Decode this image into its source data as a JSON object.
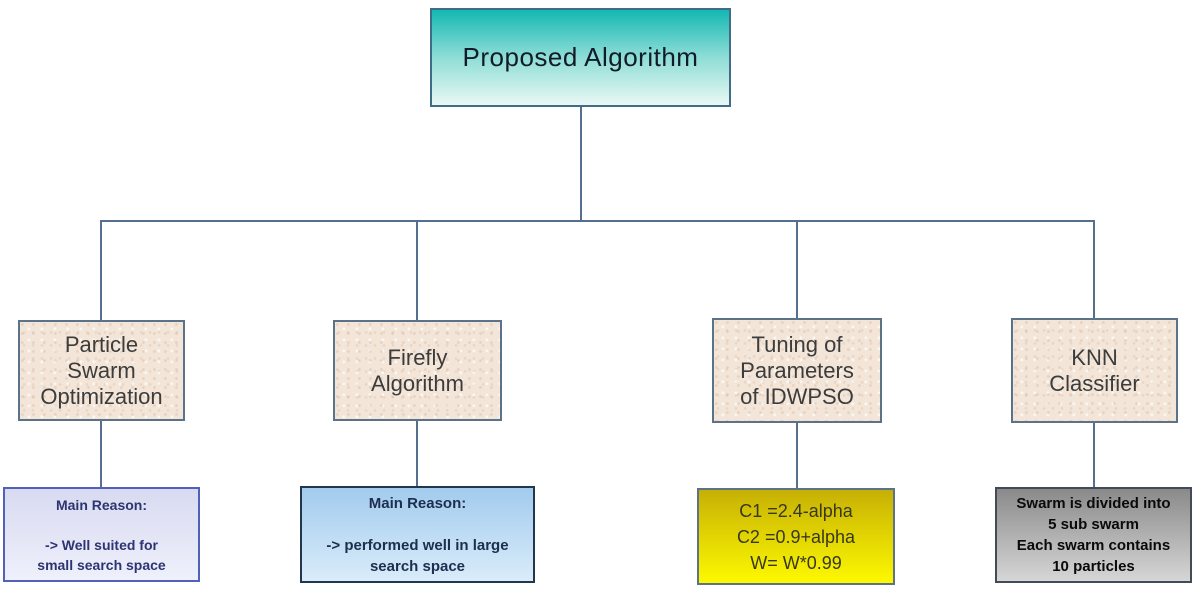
{
  "colors": {
    "line": "#54708e",
    "root_border": "#3f6d88",
    "teal_top": "#14b8b3",
    "teal_bottom": "#eaf8f4",
    "root_text": "#121c28",
    "parchment": "#f3e6d9",
    "mid_border": "#5c7288",
    "mid_text": "#3c3c3c",
    "d1_top": "#d8daf1",
    "d1_bottom": "#eef0fb",
    "d1_border": "#5161b8",
    "d1_text": "#2c3472",
    "d2_top": "#a2cbed",
    "d2_bottom": "#d9ecfa",
    "d2_border": "#22364e",
    "d2_text": "#1c2f4e",
    "d3_top": "#c6b005",
    "d3_bottom": "#fdf900",
    "d3_border": "#5c7288",
    "d3_text": "#38381e",
    "d4_top": "#8a8a8a",
    "d4_bottom": "#d6d6d6",
    "d4_border": "#414c58",
    "d4_text": "#0a0a0a"
  },
  "root": {
    "label": "Proposed Algorithm"
  },
  "branches": [
    {
      "name": "particle-swarm-optimization",
      "label_lines": [
        "Particle",
        "Swarm",
        "Optimization"
      ],
      "detail_lines": [
        "Main Reason:",
        "",
        "-> Well suited for",
        "small search space"
      ]
    },
    {
      "name": "firefly-algorithm",
      "label_lines": [
        "Firefly",
        "Algorithm"
      ],
      "detail_lines": [
        "Main Reason:",
        "",
        "-> performed well in large",
        "search space"
      ]
    },
    {
      "name": "tuning-of-parameters-of-idwpso",
      "label_lines": [
        "Tuning of",
        "Parameters",
        "of IDWPSO"
      ],
      "detail_lines": [
        "C1 =2.4-alpha",
        "C2 =0.9+alpha",
        "W= W*0.99"
      ]
    },
    {
      "name": "knn-classifier",
      "label_lines": [
        "KNN",
        "Classifier"
      ],
      "detail_lines": [
        "Swarm is divided into",
        "5 sub swarm",
        "Each swarm contains",
        "10 particles"
      ]
    }
  ]
}
